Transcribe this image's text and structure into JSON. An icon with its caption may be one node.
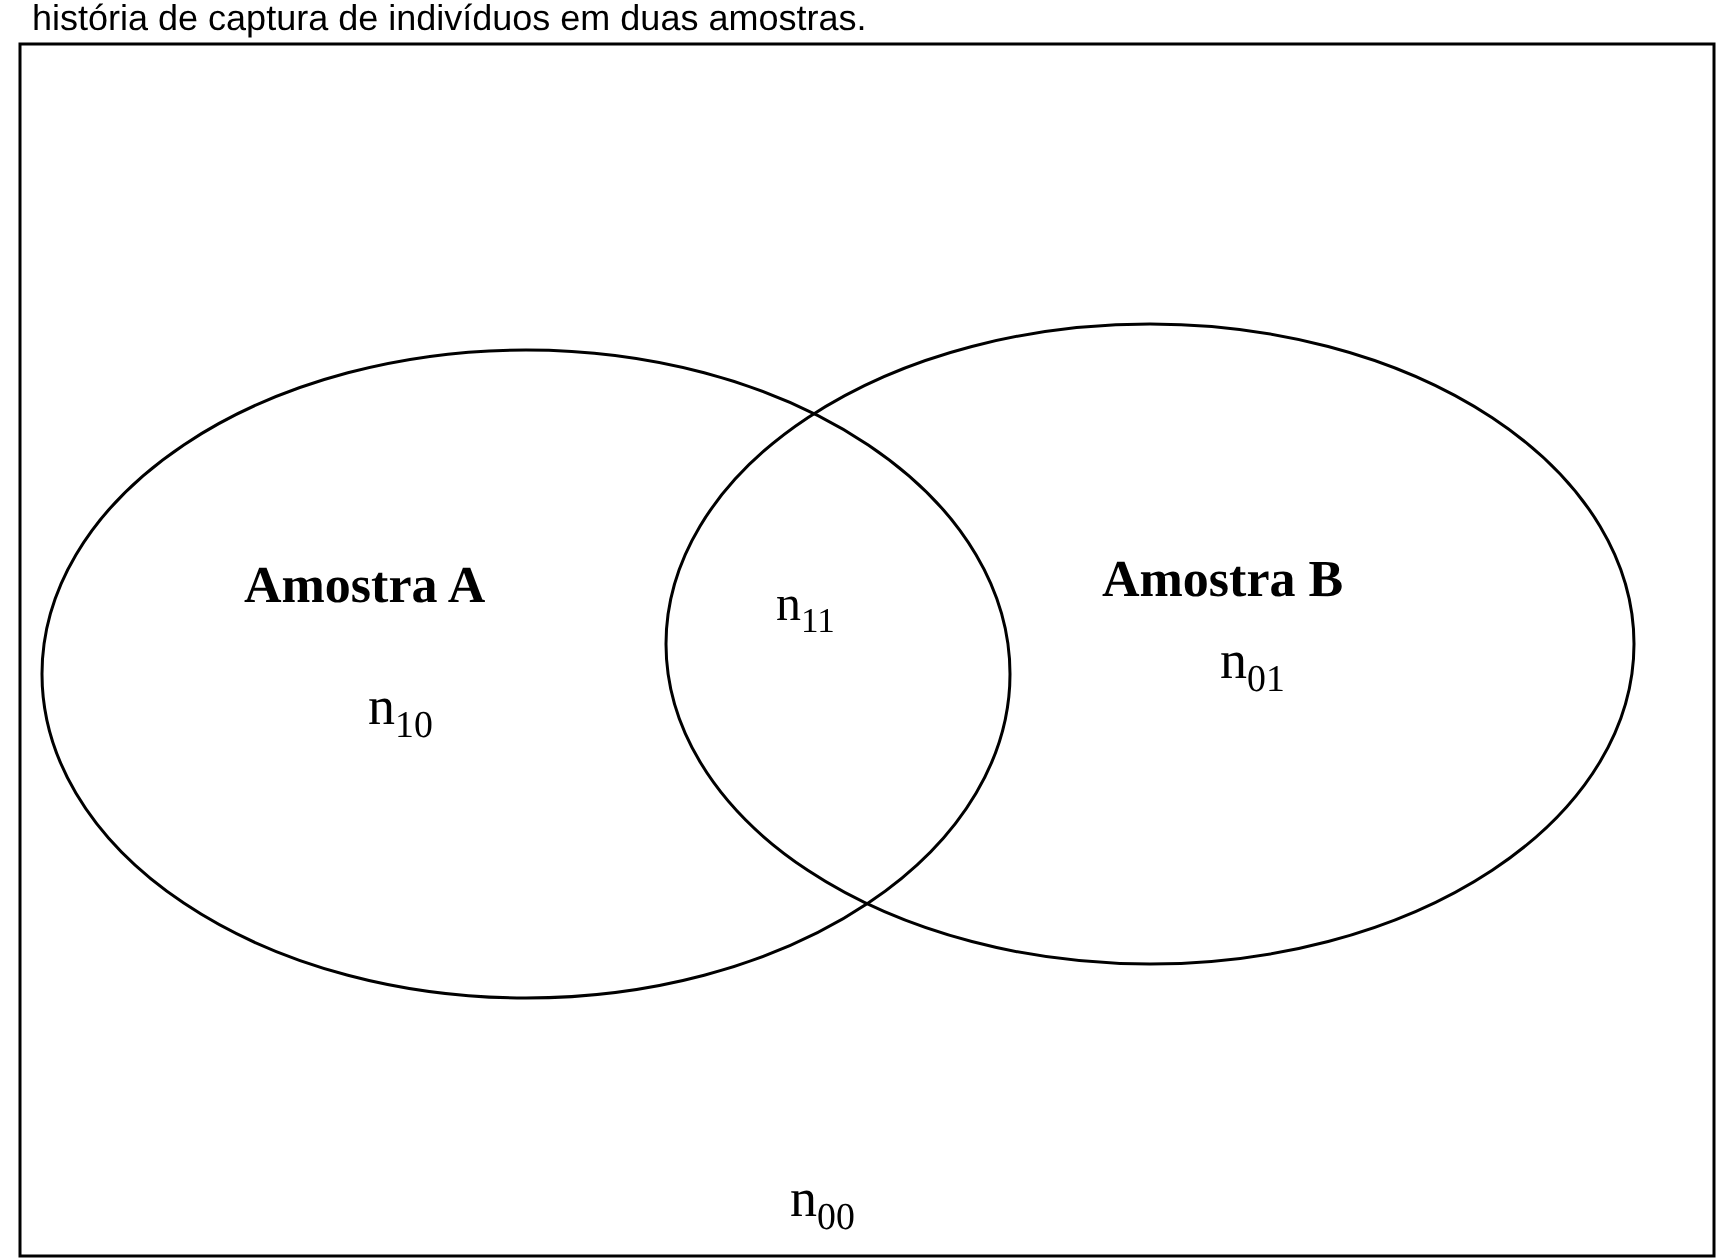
{
  "diagram": {
    "title": "história de captura de indivíduos em duas amostras.",
    "nodes": [
      {
        "text": [
          "n$_{00}$"
        ]
      },
      {
        "text": [
          "Amostra A",
          "n$_{10}$"
        ],
        "in": 0
      },
      {
        "text": [
          "Amostra B",
          "n$_{01}$"
        ],
        "in": 0
      }
    ],
    "labels": [
      "n$_{11}$"
    ]
  }
}
